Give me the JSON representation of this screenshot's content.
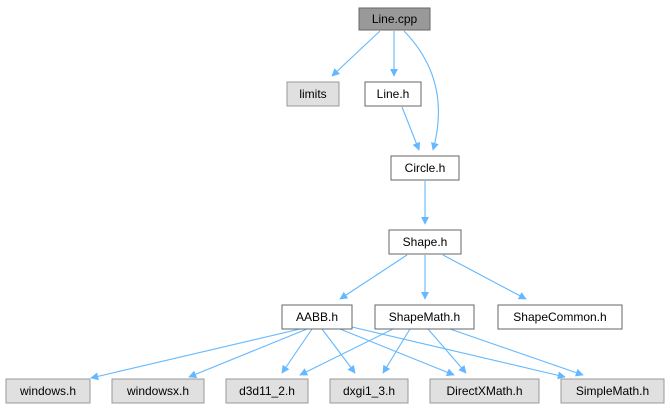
{
  "diagram": {
    "colors": {
      "edge": "#63b8ff",
      "root_fill": "#999999",
      "root_stroke": "#666666",
      "file_fill": "#ffffff",
      "file_stroke": "#666666",
      "system_fill": "#e0e0e0",
      "system_stroke": "#999999"
    },
    "nodes": [
      {
        "id": "line_cpp",
        "label": "Line.cpp",
        "kind": "root"
      },
      {
        "id": "limits",
        "label": "limits",
        "kind": "system"
      },
      {
        "id": "line_h",
        "label": "Line.h",
        "kind": "file"
      },
      {
        "id": "circle_h",
        "label": "Circle.h",
        "kind": "file"
      },
      {
        "id": "shape_h",
        "label": "Shape.h",
        "kind": "file"
      },
      {
        "id": "aabb_h",
        "label": "AABB.h",
        "kind": "file"
      },
      {
        "id": "shapemath_h",
        "label": "ShapeMath.h",
        "kind": "file"
      },
      {
        "id": "shapecommon_h",
        "label": "ShapeCommon.h",
        "kind": "file"
      },
      {
        "id": "windows_h",
        "label": "windows.h",
        "kind": "system"
      },
      {
        "id": "windowsx_h",
        "label": "windowsx.h",
        "kind": "system"
      },
      {
        "id": "d3d11_2_h",
        "label": "d3d11_2.h",
        "kind": "system"
      },
      {
        "id": "dxgi1_3_h",
        "label": "dxgi1_3.h",
        "kind": "system"
      },
      {
        "id": "directxmath_h",
        "label": "DirectXMath.h",
        "kind": "system"
      },
      {
        "id": "simplemath_h",
        "label": "SimpleMath.h",
        "kind": "system"
      }
    ],
    "edges": [
      {
        "from": "line_cpp",
        "to": "limits"
      },
      {
        "from": "line_cpp",
        "to": "line_h"
      },
      {
        "from": "line_cpp",
        "to": "circle_h"
      },
      {
        "from": "line_h",
        "to": "circle_h"
      },
      {
        "from": "circle_h",
        "to": "shape_h"
      },
      {
        "from": "shape_h",
        "to": "aabb_h"
      },
      {
        "from": "shape_h",
        "to": "shapemath_h"
      },
      {
        "from": "shape_h",
        "to": "shapecommon_h"
      },
      {
        "from": "aabb_h",
        "to": "windows_h"
      },
      {
        "from": "aabb_h",
        "to": "windowsx_h"
      },
      {
        "from": "aabb_h",
        "to": "d3d11_2_h"
      },
      {
        "from": "aabb_h",
        "to": "dxgi1_3_h"
      },
      {
        "from": "aabb_h",
        "to": "directxmath_h"
      },
      {
        "from": "aabb_h",
        "to": "simplemath_h"
      },
      {
        "from": "shapemath_h",
        "to": "d3d11_2_h"
      },
      {
        "from": "shapemath_h",
        "to": "dxgi1_3_h"
      },
      {
        "from": "shapemath_h",
        "to": "directxmath_h"
      },
      {
        "from": "shapemath_h",
        "to": "simplemath_h"
      }
    ]
  }
}
